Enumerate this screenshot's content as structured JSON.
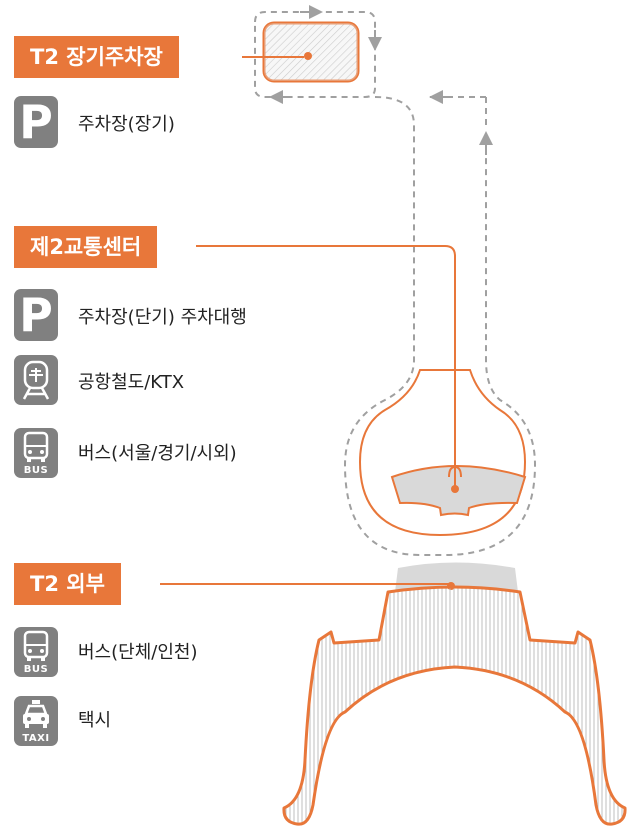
{
  "sections": [
    {
      "title": "T2 장기주차장",
      "items": [
        {
          "icon": "parking-icon",
          "icon_text": "P",
          "label": "주차장(장기)"
        }
      ]
    },
    {
      "title": "제2교통센터",
      "items": [
        {
          "icon": "parking-icon",
          "icon_text": "P",
          "label": "주차장(단기) 주차대행"
        },
        {
          "icon": "train-icon",
          "label": "공항철도/KTX"
        },
        {
          "icon": "bus-icon",
          "icon_caption": "BUS",
          "label": "버스(서울/경기/시외)"
        }
      ]
    },
    {
      "title": "T2 외부",
      "items": [
        {
          "icon": "bus-icon",
          "icon_caption": "BUS",
          "label": "버스(단체/인천)"
        },
        {
          "icon": "taxi-icon",
          "icon_caption": "TAXI",
          "label": "택시"
        }
      ]
    }
  ],
  "colors": {
    "accent": "#E8773A",
    "icon_bg": "#808080",
    "route_dash": "#A0A0A0",
    "area_fill": "#D9D9D9"
  }
}
